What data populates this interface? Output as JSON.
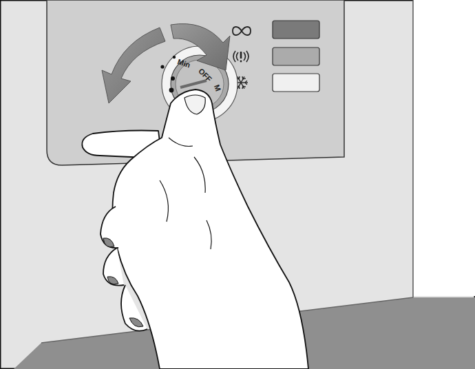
{
  "diagram": {
    "labels": [
      "Min",
      "OFF",
      "M"
    ]
  }
}
